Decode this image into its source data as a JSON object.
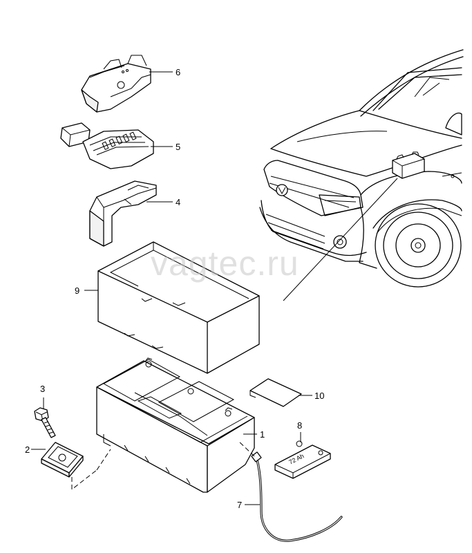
{
  "watermark": "vagtec.ru",
  "parts": [
    {
      "number": "1",
      "item": "battery"
    },
    {
      "number": "2",
      "item": "hold-down-clamp"
    },
    {
      "number": "3",
      "item": "bolt"
    },
    {
      "number": "4",
      "item": "cover"
    },
    {
      "number": "5",
      "item": "fuse-holder"
    },
    {
      "number": "6",
      "item": "terminal-cover"
    },
    {
      "number": "7",
      "item": "vent-hose"
    },
    {
      "number": "8",
      "item": "capacity-label"
    },
    {
      "number": "9",
      "item": "battery-box"
    },
    {
      "number": "10",
      "item": "label-plate"
    }
  ],
  "battery_label": "72 Ah"
}
